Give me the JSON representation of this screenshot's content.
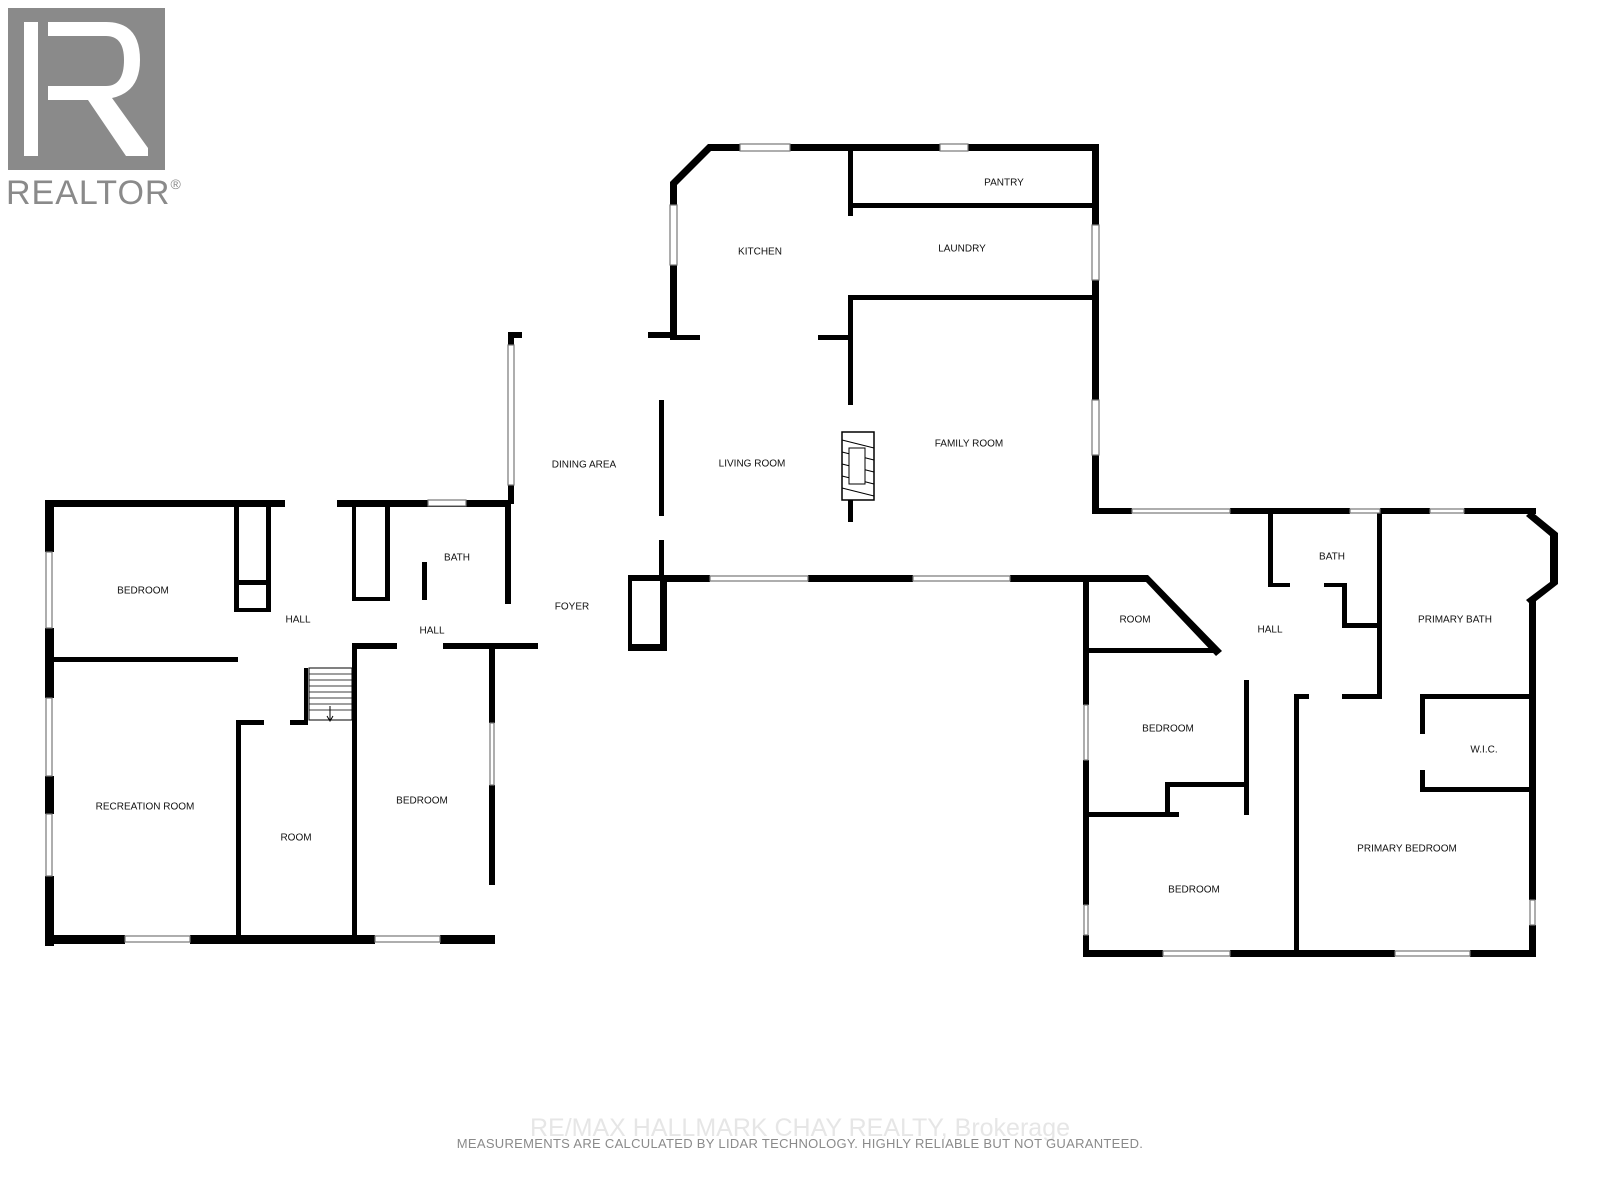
{
  "logo": {
    "brand": "REALTOR",
    "registered_mark": "®"
  },
  "watermark": "RE/MAX HALLMARK CHAY REALTY, Brokerage",
  "disclaimer": "MEASUREMENTS ARE CALCULATED BY LIDAR TECHNOLOGY. HIGHLY RELIABLE BUT NOT GUARANTEED.",
  "rooms": {
    "pantry": "PANTRY",
    "kitchen": "KITCHEN",
    "laundry": "LAUNDRY",
    "dining_area": "DINING AREA",
    "living_room": "LIVING ROOM",
    "family_room": "FAMILY ROOM",
    "bedroom_west": "BEDROOM",
    "hall_west": "HALL",
    "bath_west": "BATH",
    "foyer": "FOYER",
    "hall_center": "HALL",
    "recreation_room": "RECREATION ROOM",
    "room_west": "ROOM",
    "bedroom_center_west": "BEDROOM",
    "bath_east": "BATH",
    "room_east": "ROOM",
    "hall_east": "HALL",
    "primary_bath": "PRIMARY BATH",
    "bedroom_east_upper": "BEDROOM",
    "wic": "W.I.C.",
    "primary_bedroom": "PRIMARY BEDROOM",
    "bedroom_east_lower": "BEDROOM"
  }
}
